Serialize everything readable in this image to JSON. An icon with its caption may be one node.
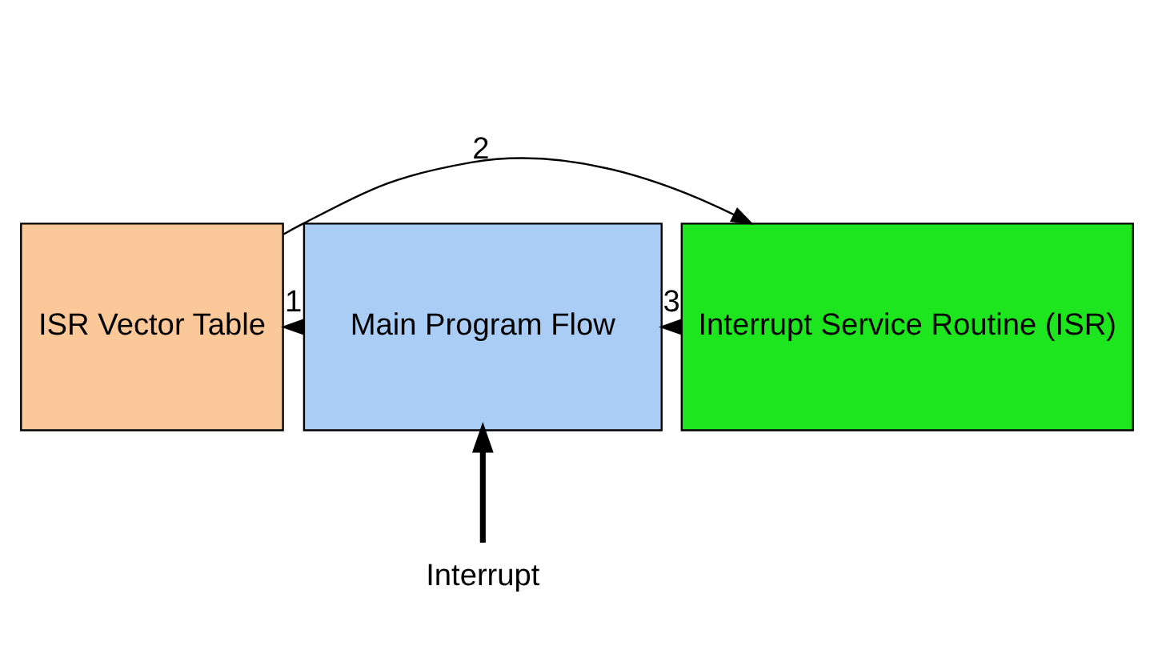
{
  "diagram": {
    "nodes": [
      {
        "text": [
          "ISR Vector Table"
        ]
      },
      {
        "text": [
          "Main Program Flow"
        ]
      },
      {
        "text": [
          "Interrupt Service Routine (ISR)"
        ]
      },
      {
        "text": [
          "Interrupt"
        ]
      }
    ],
    "edges": [
      {
        "from": 1,
        "to": 0,
        "arrow": "to",
        "label": "1"
      },
      {
        "from": 0,
        "to": 2,
        "arrow": "to",
        "label": "2"
      },
      {
        "from": 2,
        "to": 1,
        "arrow": "to",
        "label": "3"
      },
      {
        "from": 3,
        "to": 1,
        "arrow": "to",
        "style": "thick"
      }
    ]
  }
}
